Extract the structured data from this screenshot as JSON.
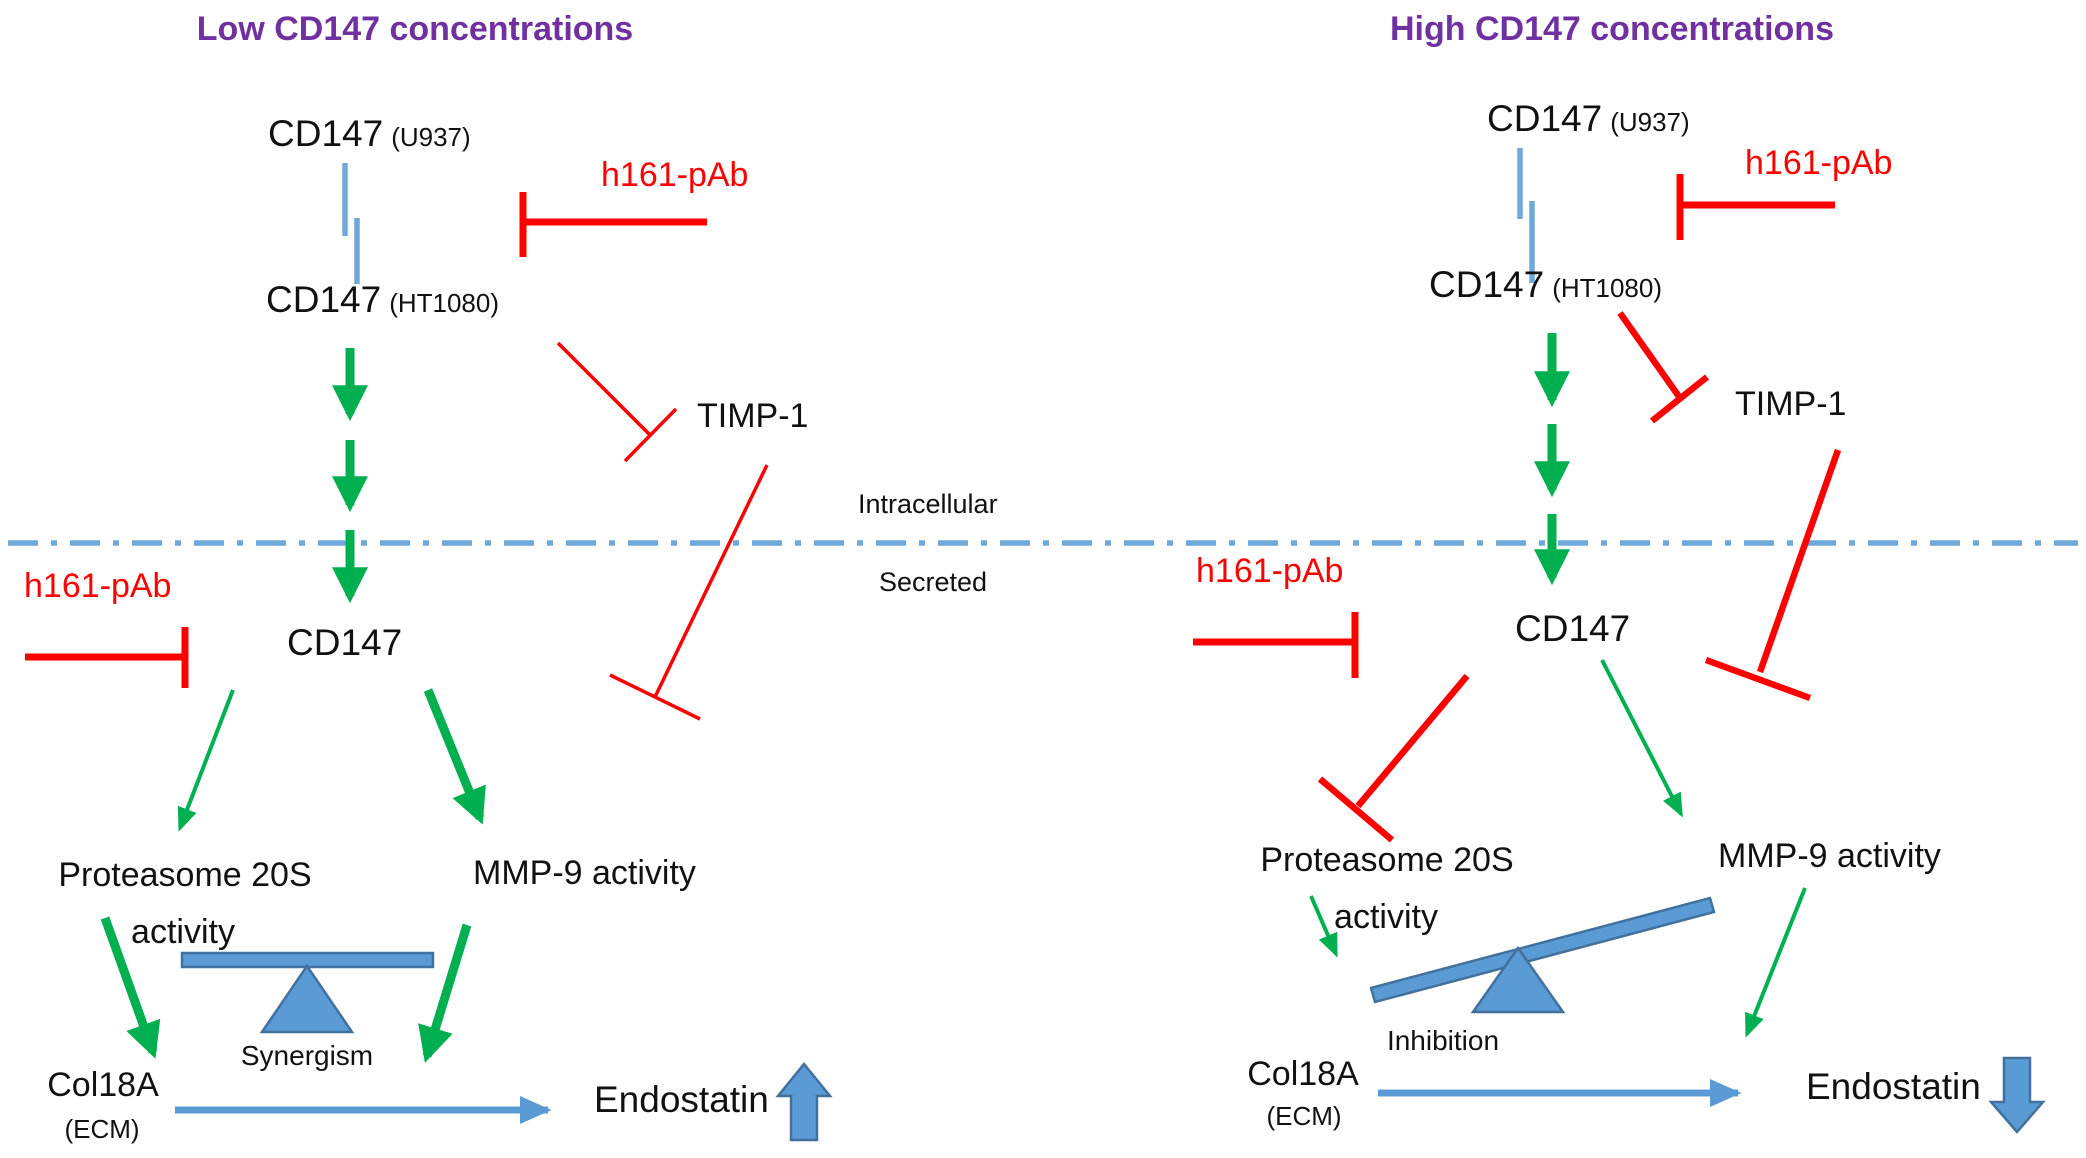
{
  "palette": {
    "red": "#fe0000",
    "green": "#00b050",
    "blue": "#5b9bd5",
    "blue_dark": "#41719c",
    "membrane_blue": "#6fa9dc",
    "purple": "#7030a0",
    "black": "#111111"
  },
  "membrane": {
    "intracellular_label": "Intracellular",
    "secreted_label": "Secreted"
  },
  "left_panel": {
    "title": "Low CD147 concentrations",
    "cd147_u937_main": "CD147",
    "cd147_u937_sub": "(U937)",
    "cd147_ht1080_main": "CD147",
    "cd147_ht1080_sub": "(HT1080)",
    "h161_top": "h161-pAb",
    "timp1": "TIMP-1",
    "h161_mid": "h161-pAb",
    "cd147_secreted": "CD147",
    "proteasome_line1": "Proteasome 20S",
    "proteasome_line2": "activity",
    "mmp9": "MMP-9 activity",
    "balance_label": "Synergism",
    "col18a": "Col18A",
    "col18a_sub": "(ECM)",
    "endostatin": "Endostatin"
  },
  "right_panel": {
    "title": "High CD147 concentrations",
    "cd147_u937_main": "CD147",
    "cd147_u937_sub": "(U937)",
    "cd147_ht1080_main": "CD147",
    "cd147_ht1080_sub": "(HT1080)",
    "h161_top": "h161-pAb",
    "timp1": "TIMP-1",
    "h161_mid": "h161-pAb",
    "cd147_secreted": "CD147",
    "proteasome_line1": "Proteasome 20S",
    "proteasome_line2": "activity",
    "mmp9": "MMP-9 activity",
    "balance_label": "Inhibition",
    "col18a": "Col18A",
    "col18a_sub": "(ECM)",
    "endostatin": "Endostatin"
  }
}
